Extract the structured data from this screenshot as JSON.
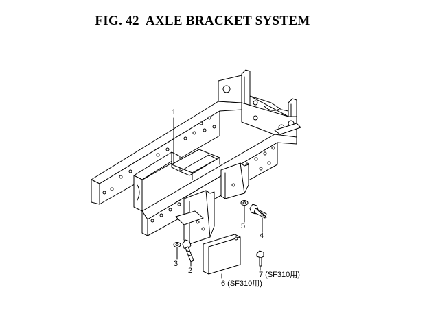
{
  "figure": {
    "title": "FIG. 42  AXLE BRACKET SYSTEM"
  },
  "callouts": [
    {
      "id": "1",
      "label": "1"
    },
    {
      "id": "2",
      "label": "2"
    },
    {
      "id": "3",
      "label": "3"
    },
    {
      "id": "4",
      "label": "4"
    },
    {
      "id": "5",
      "label": "5"
    },
    {
      "id": "6",
      "label": "6 (SF310用)"
    },
    {
      "id": "7",
      "label": "7 (SF310用)"
    }
  ],
  "colors": {
    "line": "#000000",
    "background": "#ffffff"
  }
}
